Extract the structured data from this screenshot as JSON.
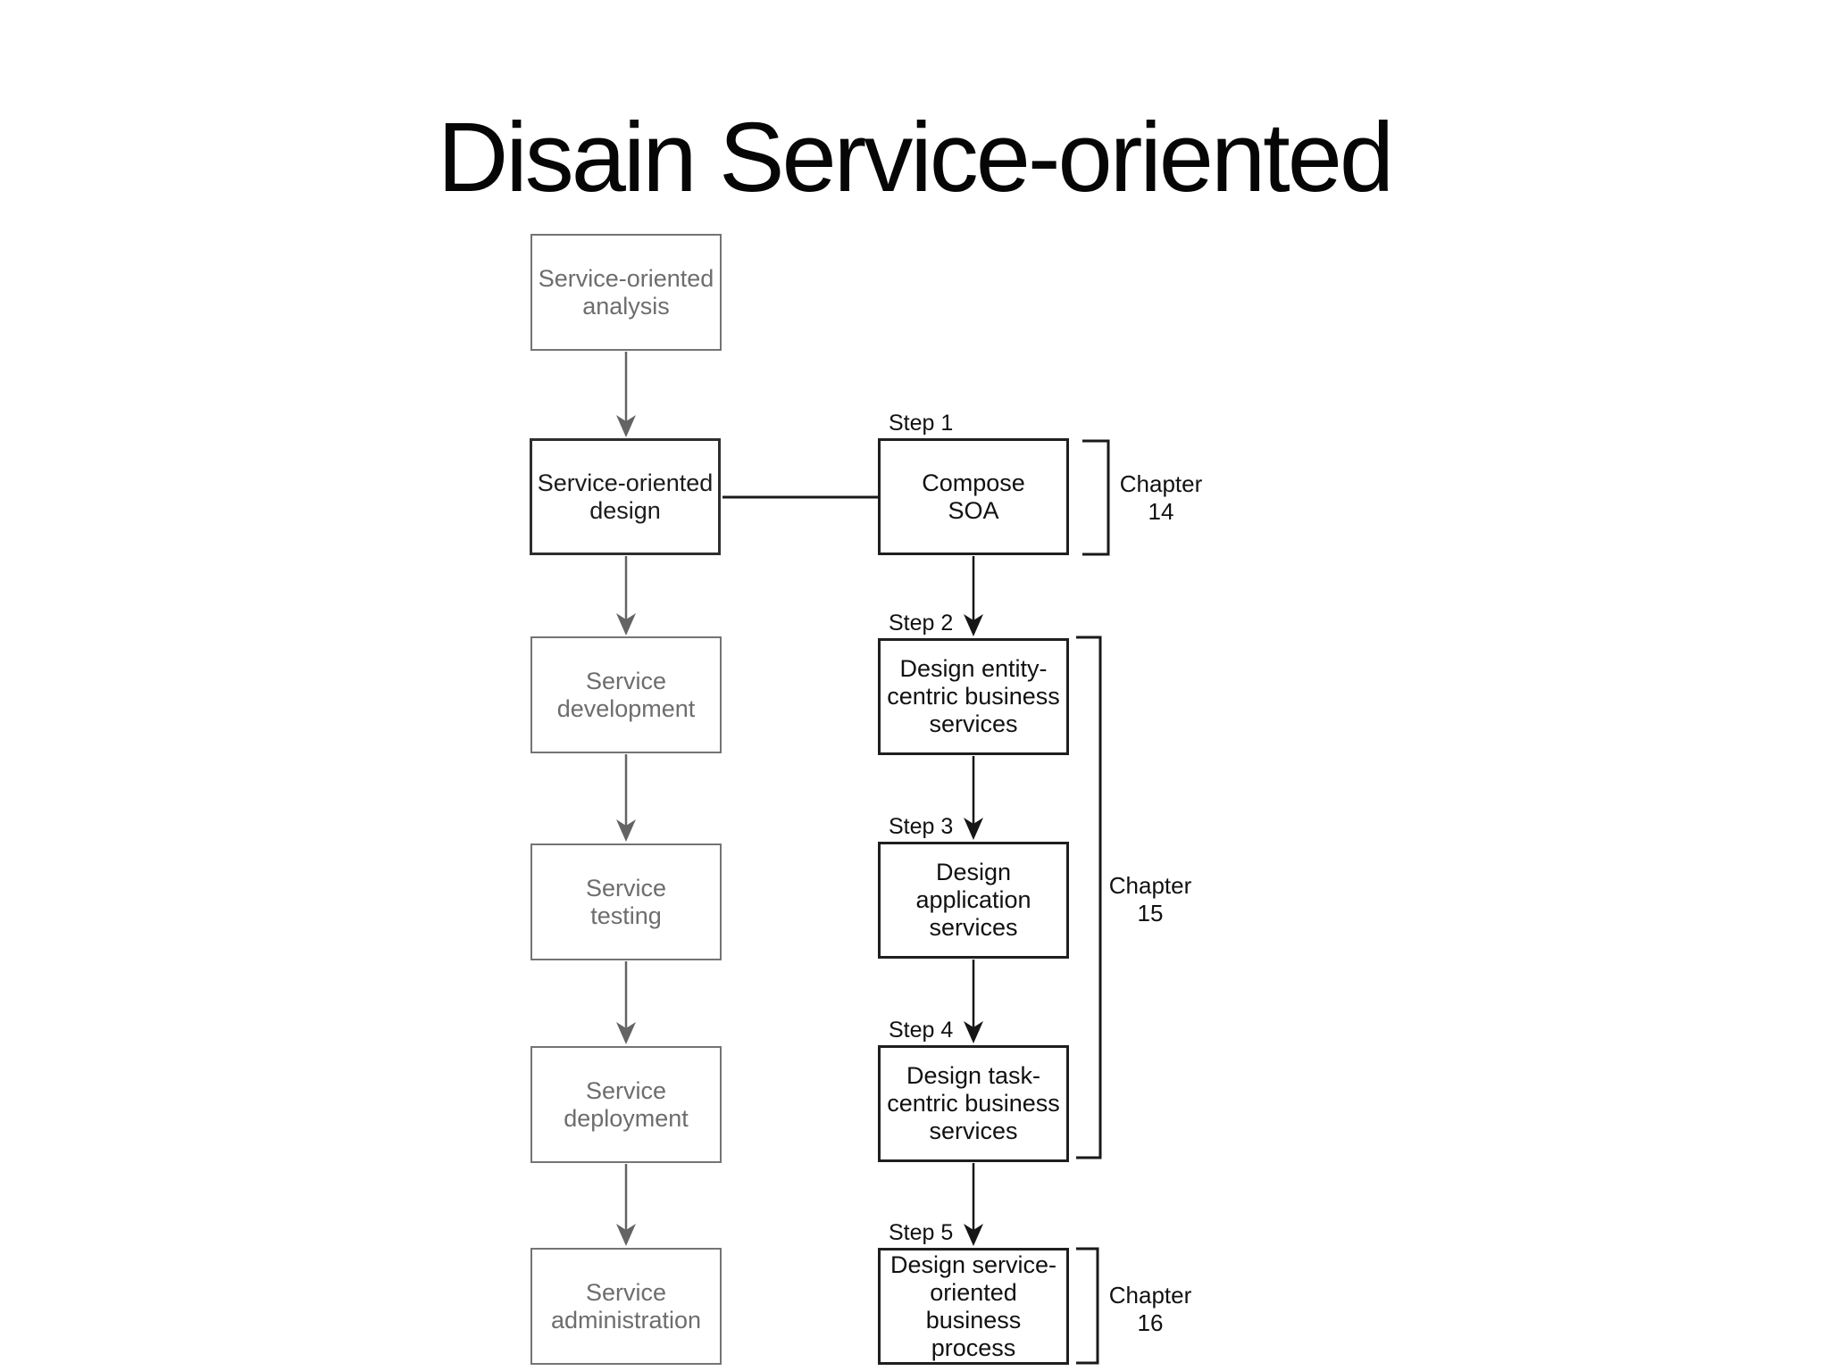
{
  "title": "Disain Service-oriented",
  "colors": {
    "background": "#ffffff",
    "gray_box_border": "#747474",
    "gray_box_text": "#6d6d6d",
    "dark_box_border": "#2e2e2e",
    "black_box_border": "#1f1f1f",
    "gray_arrow": "#646464",
    "black_line": "#1a1a1a"
  },
  "lifecycle_column": [
    {
      "label": "Service-oriented\nanalysis"
    },
    {
      "label": "Service-oriented\ndesign"
    },
    {
      "label": "Service\ndevelopment"
    },
    {
      "label": "Service\ntesting"
    },
    {
      "label": "Service\ndeployment"
    },
    {
      "label": "Service\nadministration"
    }
  ],
  "steps_column": [
    {
      "step": "Step 1",
      "label": "Compose\nSOA"
    },
    {
      "step": "Step 2",
      "label": "Design entity-\ncentric business\nservices"
    },
    {
      "step": "Step 3",
      "label": "Design\napplication\nservices"
    },
    {
      "step": "Step 4",
      "label": "Design task-\ncentric business\nservices"
    },
    {
      "step": "Step 5",
      "label": "Design service-\noriented business\nprocess"
    }
  ],
  "chapters": [
    {
      "label": "Chapter\n14"
    },
    {
      "label": "Chapter\n15"
    },
    {
      "label": "Chapter\n16"
    }
  ]
}
